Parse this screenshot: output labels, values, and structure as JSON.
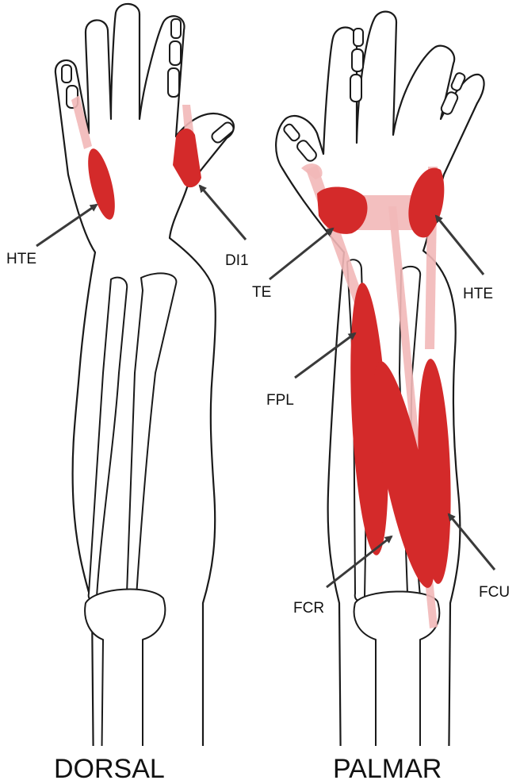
{
  "labels": {
    "dorsal_hte": "HTE",
    "dorsal_di1": "DI1",
    "palmar_te": "TE",
    "palmar_hte": "HTE",
    "palmar_fpl": "FPL",
    "palmar_fcr": "FCR",
    "palmar_fcu": "FCU"
  },
  "captions": {
    "left": "DORSAL",
    "right": "PALMAR"
  },
  "colors": {
    "muscle": "#d42a2a",
    "tendon": "#f2b8b8",
    "outline": "#1a1a1a",
    "arrow": "#3a3a3a"
  }
}
